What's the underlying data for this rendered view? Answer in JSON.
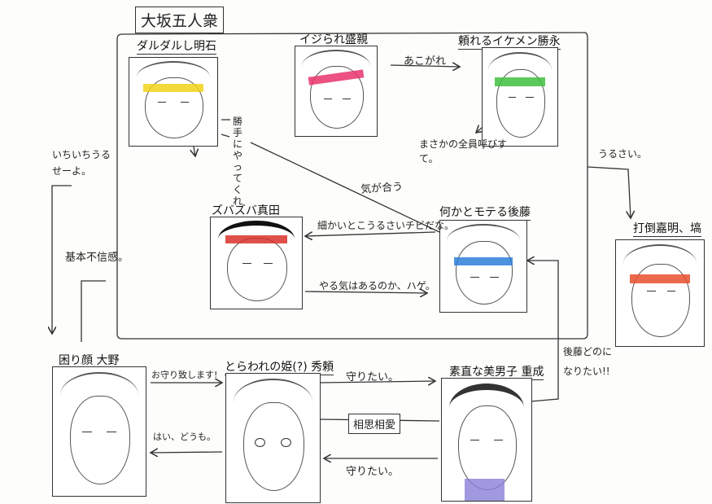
{
  "title": "大坂五人衆",
  "characters": {
    "akashi": {
      "name": "ダルダルし明石",
      "accent": "#f2d21b"
    },
    "morichika": {
      "name": "イジられ盛親",
      "accent": "#e8336b"
    },
    "katsunaga": {
      "name": "頼れるイケメン勝永",
      "accent": "#3fbf3f"
    },
    "sanada": {
      "name": "ズバズバ真田",
      "accent": "#d9312b"
    },
    "goto": {
      "name": "何かとモテる後藤",
      "accent": "#2f7fd9"
    },
    "ban": {
      "name": "打倒嘉明、塙",
      "accent": "#e8502b"
    },
    "ono": {
      "name": "困り顔 大野"
    },
    "hideyori": {
      "name": "とらわれの姫(?) 秀頼"
    },
    "shigenari": {
      "name": "素直な美男子 重成",
      "accent": "#8a7fd8"
    }
  },
  "relations": {
    "akogare": "あこがれ",
    "masaka": "まさかの全員呼びすて。",
    "katte": "勝手にやってくれ",
    "kigaau": "気が合う",
    "komakai": "細かいとこうるさいチビだな。",
    "yaruki": "やる気はあるのか、ハゲ。",
    "urusai": "うるさい。",
    "ichiichi": "いちいちうるせーよ。",
    "fushin": "基本不信感。",
    "omamori": "お守り致します!",
    "haidoumo": "はい、どうも。",
    "mamoritai1": "守りたい。",
    "soushi": "相思相愛",
    "mamoritai2": "守りたい。",
    "gotodono": "後藤どのになりたい!!"
  }
}
